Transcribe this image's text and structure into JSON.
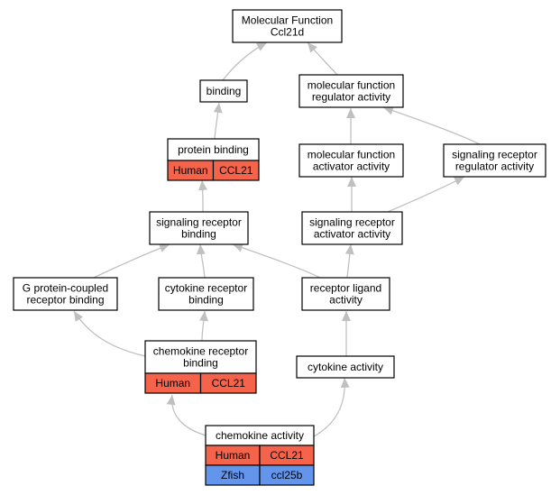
{
  "colors": {
    "edge": "#c0c0c0",
    "node_border": "#000000",
    "node_fill": "#ffffff",
    "human_fill": "#f4634a",
    "zfish_fill": "#6495ed"
  },
  "nodes": [
    {
      "id": "mf",
      "lines": [
        "Molecular Function",
        "Ccl21d"
      ],
      "annotations": []
    },
    {
      "id": "binding",
      "lines": [
        "binding"
      ],
      "annotations": []
    },
    {
      "id": "mfra",
      "lines": [
        "molecular function",
        "regulator activity"
      ],
      "annotations": []
    },
    {
      "id": "pb",
      "lines": [
        "protein binding"
      ],
      "annotations": [
        {
          "species": "Human",
          "gene": "CCL21",
          "color": "human"
        }
      ]
    },
    {
      "id": "mfaa",
      "lines": [
        "molecular function",
        "activator activity"
      ],
      "annotations": []
    },
    {
      "id": "srra",
      "lines": [
        "signaling receptor",
        "regulator activity"
      ],
      "annotations": []
    },
    {
      "id": "srb",
      "lines": [
        "signaling receptor",
        "binding"
      ],
      "annotations": []
    },
    {
      "id": "sraa",
      "lines": [
        "signaling receptor",
        "activator activity"
      ],
      "annotations": []
    },
    {
      "id": "gpcr",
      "lines": [
        "G protein-coupled",
        "receptor binding"
      ],
      "annotations": []
    },
    {
      "id": "crb",
      "lines": [
        "cytokine receptor",
        "binding"
      ],
      "annotations": []
    },
    {
      "id": "rla",
      "lines": [
        "receptor ligand",
        "activity"
      ],
      "annotations": []
    },
    {
      "id": "chrb",
      "lines": [
        "chemokine receptor",
        "binding"
      ],
      "annotations": [
        {
          "species": "Human",
          "gene": "CCL21",
          "color": "human"
        }
      ]
    },
    {
      "id": "ca",
      "lines": [
        "cytokine activity"
      ],
      "annotations": []
    },
    {
      "id": "cha",
      "lines": [
        "chemokine activity"
      ],
      "annotations": [
        {
          "species": "Human",
          "gene": "CCL21",
          "color": "human"
        },
        {
          "species": "Zfish",
          "gene": "ccl25b",
          "color": "zfish"
        }
      ]
    }
  ],
  "edges": [
    {
      "from": "binding",
      "to": "mf"
    },
    {
      "from": "mfra",
      "to": "mf"
    },
    {
      "from": "pb",
      "to": "binding"
    },
    {
      "from": "mfaa",
      "to": "mfra"
    },
    {
      "from": "srra",
      "to": "mfra"
    },
    {
      "from": "srb",
      "to": "pb"
    },
    {
      "from": "sraa",
      "to": "mfaa"
    },
    {
      "from": "sraa",
      "to": "srra"
    },
    {
      "from": "gpcr",
      "to": "srb"
    },
    {
      "from": "crb",
      "to": "srb"
    },
    {
      "from": "rla",
      "to": "srb"
    },
    {
      "from": "rla",
      "to": "sraa"
    },
    {
      "from": "chrb",
      "to": "gpcr"
    },
    {
      "from": "chrb",
      "to": "crb"
    },
    {
      "from": "ca",
      "to": "rla"
    },
    {
      "from": "cha",
      "to": "chrb"
    },
    {
      "from": "cha",
      "to": "ca"
    }
  ]
}
